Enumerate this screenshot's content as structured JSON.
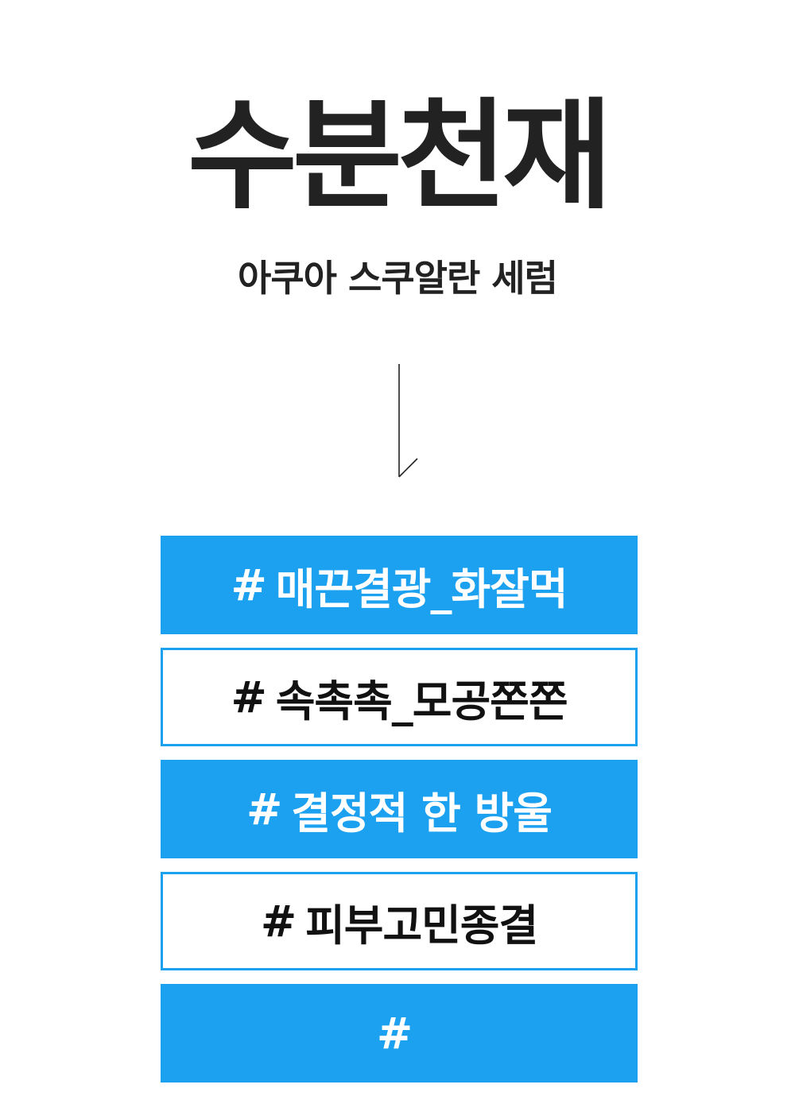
{
  "header": {
    "title": "수분천재",
    "subtitle": "아쿠아 스쿠알란 세럼"
  },
  "colors": {
    "accent": "#1ba1ef",
    "text": "#222222"
  },
  "icons": {
    "arrow": "down-arrow-icon"
  },
  "tags": [
    {
      "hash": "#",
      "label": "매끈결광_화잘먹",
      "style": "filled"
    },
    {
      "hash": "#",
      "label": "속촉촉_모공쫀쫀",
      "style": "outlined"
    },
    {
      "hash": "#",
      "label": "결정적 한 방울",
      "style": "filled"
    },
    {
      "hash": "#",
      "label": "피부고민종결",
      "style": "outlined"
    },
    {
      "hash": "#",
      "label": "",
      "style": "filled"
    }
  ]
}
